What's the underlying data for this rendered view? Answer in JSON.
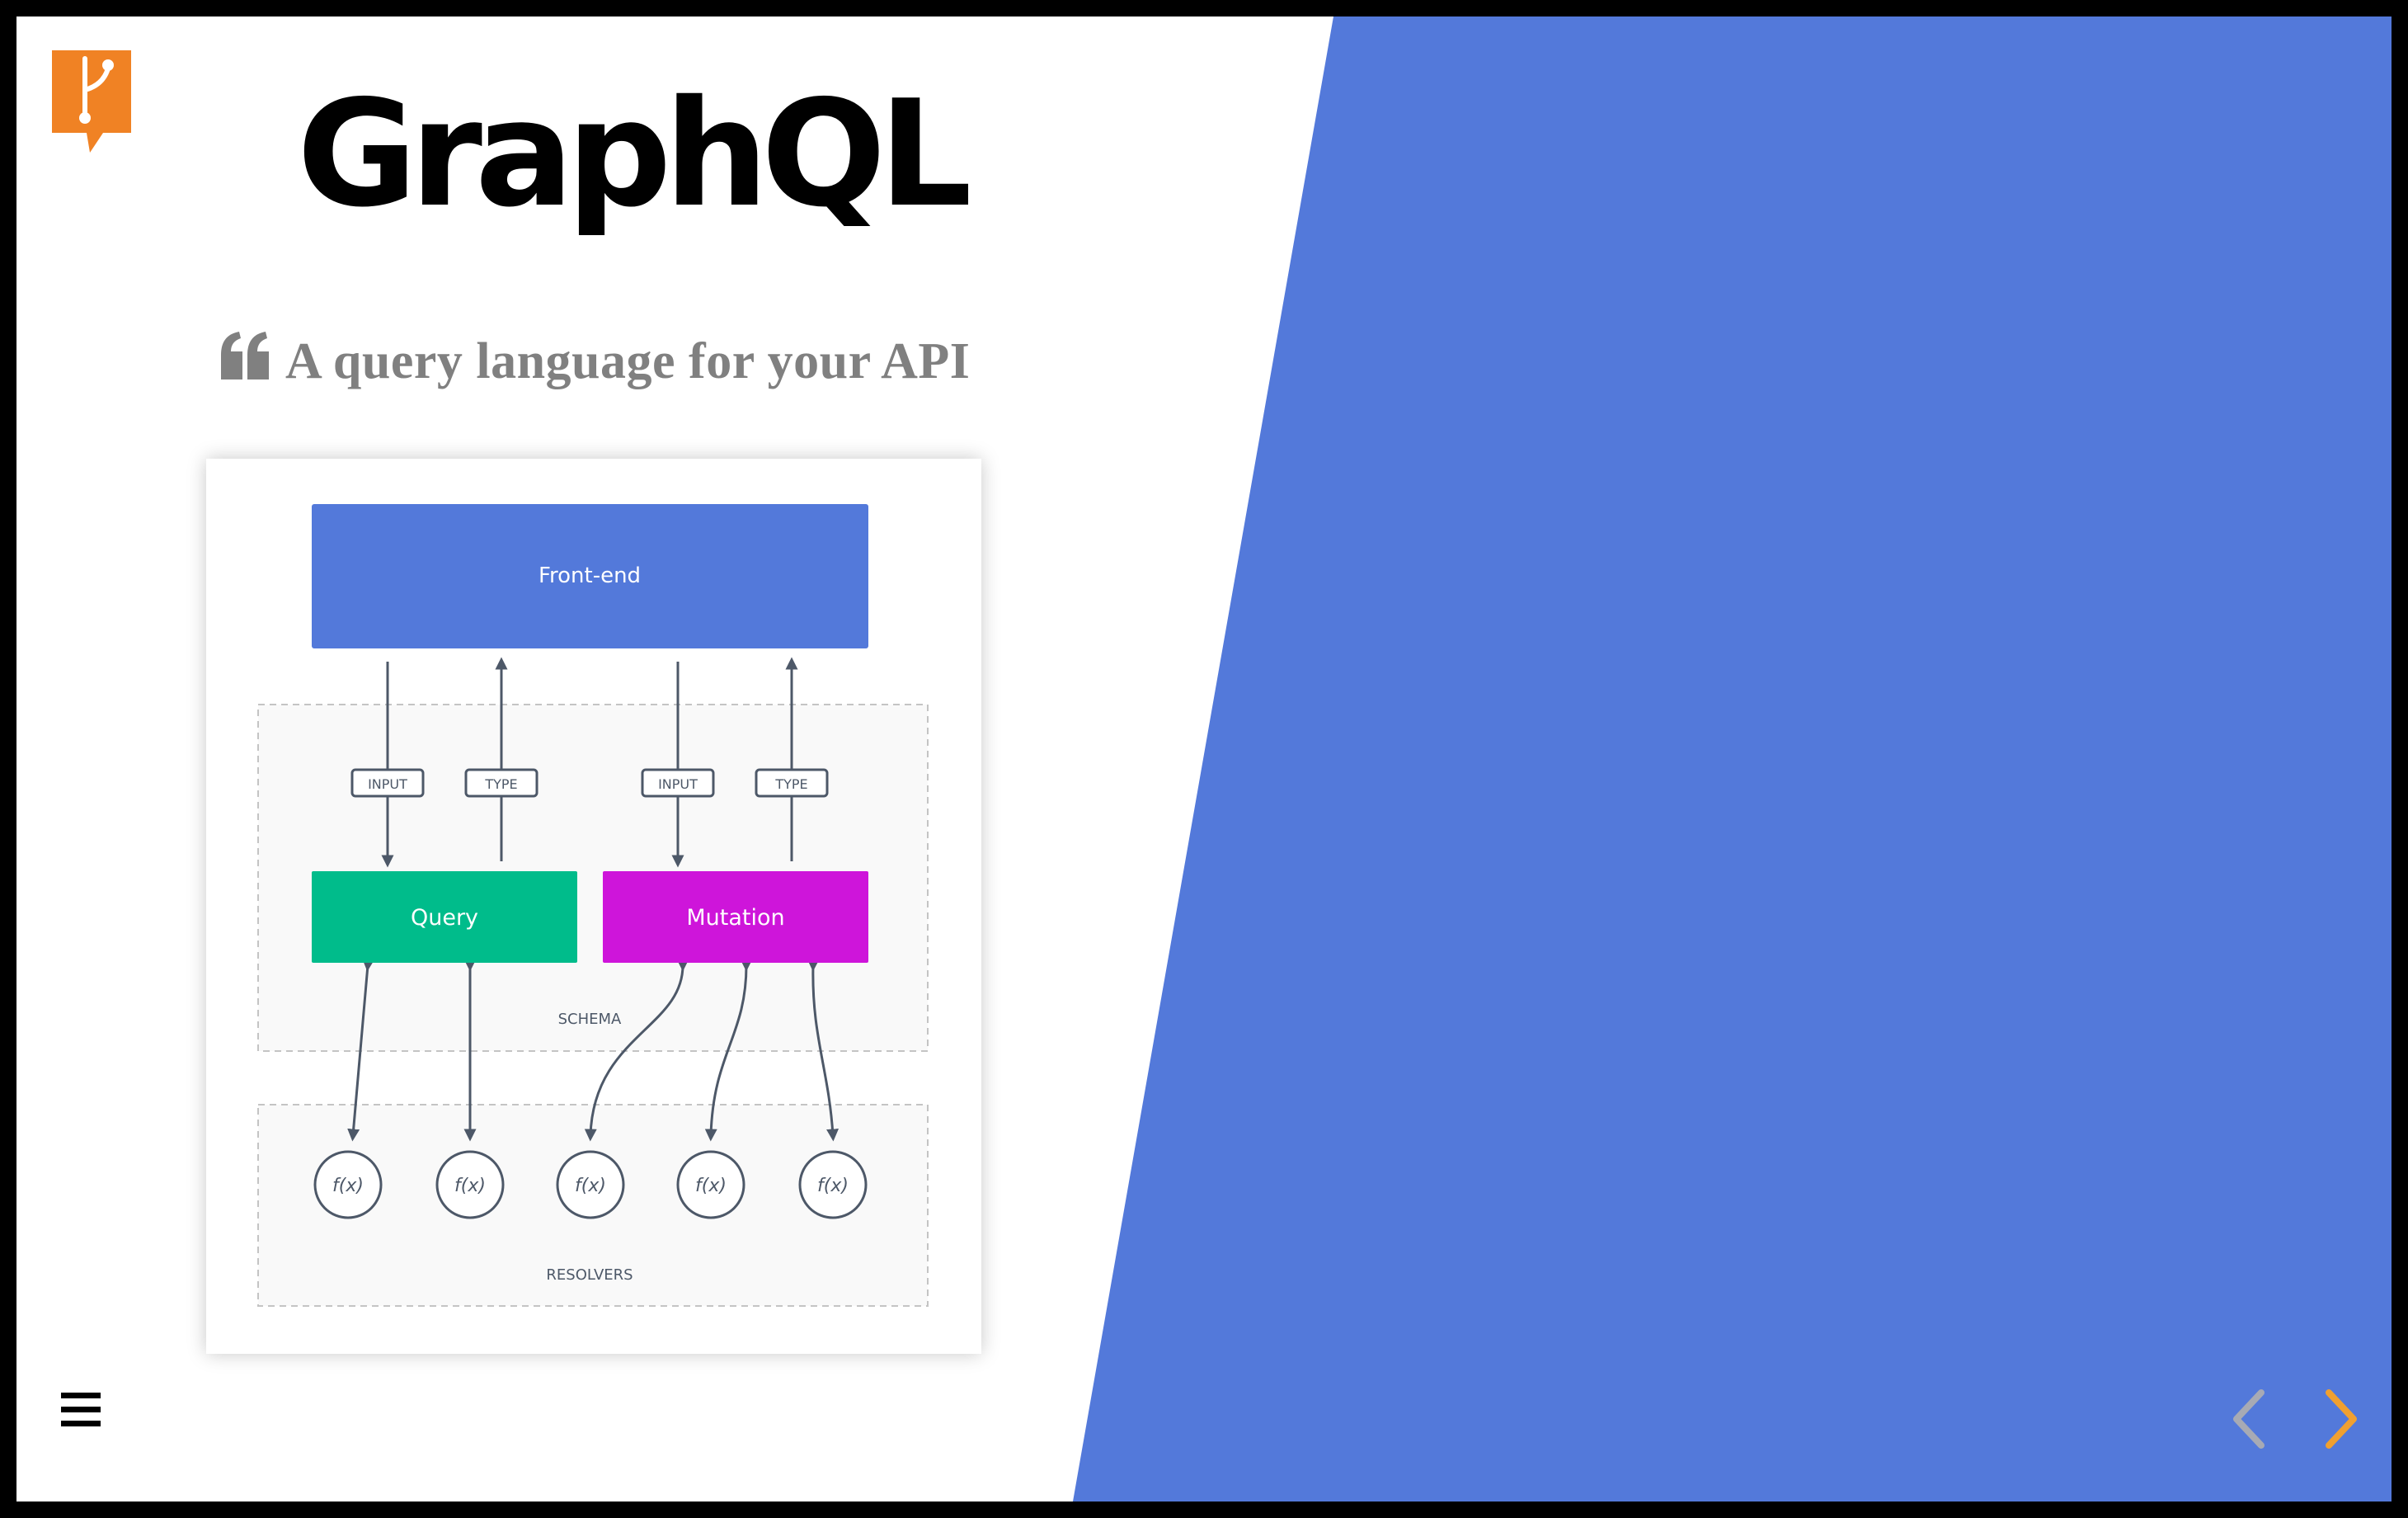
{
  "slide": {
    "title": "GraphQL",
    "subtitle": "A query language for your API",
    "background_accent": "#5379da"
  },
  "logo": {
    "icon": "git-branch-speech-bubble-icon",
    "color": "#f08224"
  },
  "diagram": {
    "frontend_label": "Front-end",
    "frontend_color": "#5379da",
    "query_label": "Query",
    "query_color": "#00bc8b",
    "mutation_label": "Mutation",
    "mutation_color": "#ce15da",
    "io_labels": [
      "INPUT",
      "TYPE",
      "INPUT",
      "TYPE"
    ],
    "schema_label": "SCHEMA",
    "resolvers_label": "RESOLVERS",
    "resolver_labels": [
      "f(x)",
      "f(x)",
      "f(x)",
      "f(x)",
      "f(x)"
    ]
  },
  "navigation": {
    "menu_icon": "hamburger-menu-icon",
    "prev_icon": "chevron-left-icon",
    "next_icon": "chevron-right-icon",
    "active_color": "#f0a030",
    "disabled_color": "#a7aab4"
  }
}
